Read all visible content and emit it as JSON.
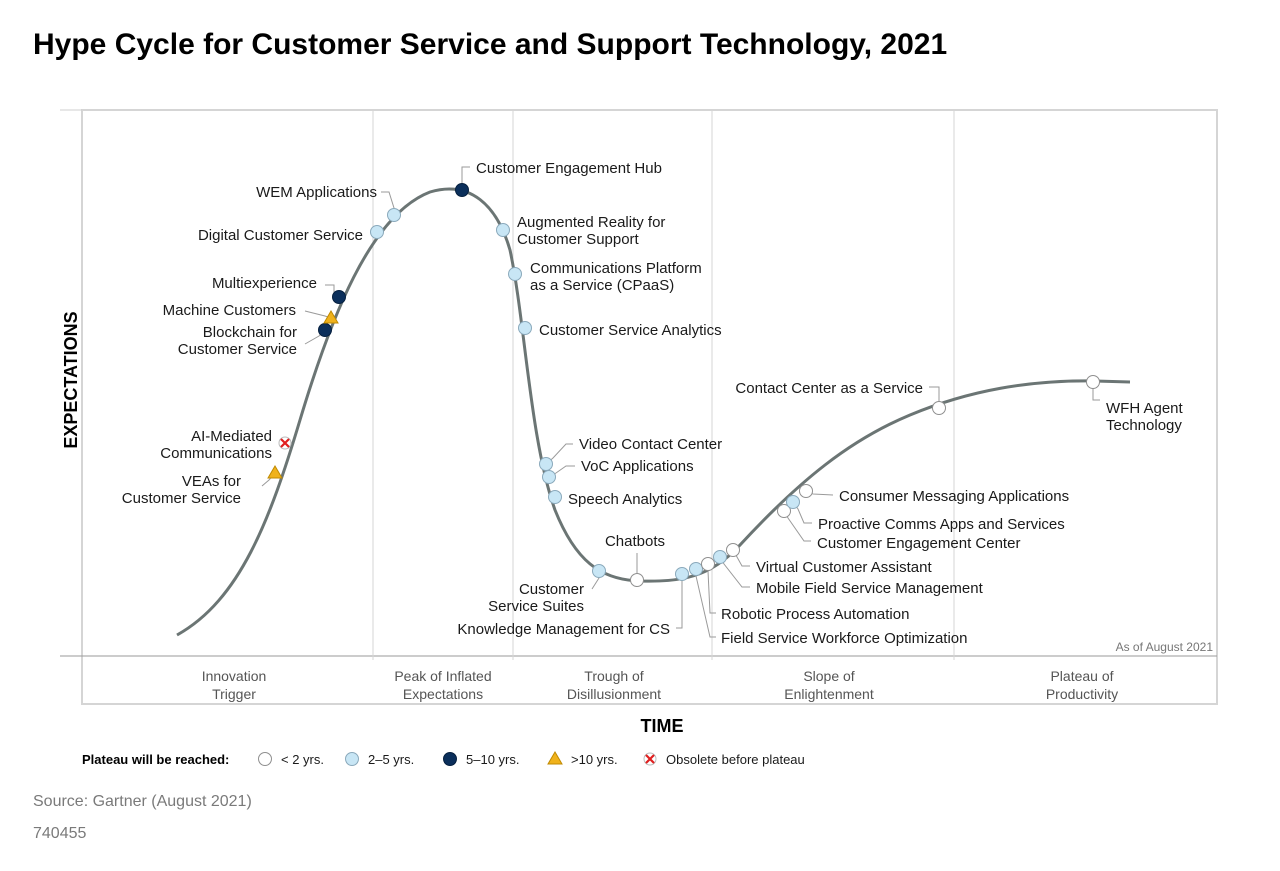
{
  "title": "Hype Cycle for Customer Service and Support Technology, 2021",
  "source": "Source: Gartner (August 2021)",
  "doc_id": "740455",
  "chart_data": {
    "type": "scatter",
    "title": "Hype Cycle for Customer Service and Support Technology, 2021",
    "xlabel": "TIME",
    "ylabel": "EXPECTATIONS",
    "as_of": "As of August 2021",
    "phases": [
      "Innovation Trigger",
      "Peak of Inflated Expectations",
      "Trough of Disillusionment",
      "Slope of Enlightenment",
      "Plateau of Productivity"
    ],
    "legend": {
      "title": "Plateau will be reached:",
      "items": [
        {
          "key": "lt2",
          "label": "< 2 yrs."
        },
        {
          "key": "2to5",
          "label": "2–5 yrs."
        },
        {
          "key": "5to10",
          "label": "5–10 yrs."
        },
        {
          "key": "gt10",
          "label": ">10 yrs."
        },
        {
          "key": "obsolete",
          "label": "Obsolete before plateau"
        }
      ]
    },
    "colors": {
      "lt2": "#ffffff",
      "2to5": "#c8e6f5",
      "5to10": "#0b2f5b",
      "gt10": "#f0b21b",
      "obsolete": "#e02020",
      "curve": "#6b7574",
      "grid": "#d5d5d5"
    },
    "points": [
      {
        "name": "VEAs for Customer Service",
        "plateau": "gt10",
        "phase": "Innovation Trigger"
      },
      {
        "name": "AI-Mediated Communications",
        "plateau": "obsolete",
        "phase": "Innovation Trigger"
      },
      {
        "name": "Blockchain for Customer Service",
        "plateau": "5to10",
        "phase": "Innovation Trigger"
      },
      {
        "name": "Machine Customers",
        "plateau": "gt10",
        "phase": "Innovation Trigger"
      },
      {
        "name": "Multiexperience",
        "plateau": "5to10",
        "phase": "Innovation Trigger"
      },
      {
        "name": "Digital Customer Service",
        "plateau": "2to5",
        "phase": "Peak of Inflated Expectations"
      },
      {
        "name": "WEM Applications",
        "plateau": "2to5",
        "phase": "Peak of Inflated Expectations"
      },
      {
        "name": "Customer Engagement Hub",
        "plateau": "5to10",
        "phase": "Peak of Inflated Expectations"
      },
      {
        "name": "Augmented Reality for Customer Support",
        "plateau": "2to5",
        "phase": "Peak of Inflated Expectations"
      },
      {
        "name": "Communications Platform as a Service (CPaaS)",
        "plateau": "2to5",
        "phase": "Trough of Disillusionment"
      },
      {
        "name": "Customer Service Analytics",
        "plateau": "2to5",
        "phase": "Trough of Disillusionment"
      },
      {
        "name": "Video Contact Center",
        "plateau": "2to5",
        "phase": "Trough of Disillusionment"
      },
      {
        "name": "VoC Applications",
        "plateau": "2to5",
        "phase": "Trough of Disillusionment"
      },
      {
        "name": "Speech Analytics",
        "plateau": "2to5",
        "phase": "Trough of Disillusionment"
      },
      {
        "name": "Customer Service Suites",
        "plateau": "2to5",
        "phase": "Trough of Disillusionment"
      },
      {
        "name": "Chatbots",
        "plateau": "lt2",
        "phase": "Trough of Disillusionment"
      },
      {
        "name": "Knowledge Management for CS",
        "plateau": "2to5",
        "phase": "Trough of Disillusionment"
      },
      {
        "name": "Field Service Workforce Optimization",
        "plateau": "2to5",
        "phase": "Trough of Disillusionment"
      },
      {
        "name": "Robotic Process Automation",
        "plateau": "lt2",
        "phase": "Trough of Disillusionment"
      },
      {
        "name": "Mobile Field Service Management",
        "plateau": "2to5",
        "phase": "Slope of Enlightenment"
      },
      {
        "name": "Virtual Customer Assistant",
        "plateau": "lt2",
        "phase": "Slope of Enlightenment"
      },
      {
        "name": "Customer Engagement Center",
        "plateau": "lt2",
        "phase": "Slope of Enlightenment"
      },
      {
        "name": "Proactive Comms Apps and Services",
        "plateau": "2to5",
        "phase": "Slope of Enlightenment"
      },
      {
        "name": "Consumer Messaging Applications",
        "plateau": "lt2",
        "phase": "Slope of Enlightenment"
      },
      {
        "name": "Contact Center as a Service",
        "plateau": "lt2",
        "phase": "Slope of Enlightenment"
      },
      {
        "name": "WFH Agent Technology",
        "plateau": "lt2",
        "phase": "Plateau of Productivity"
      }
    ]
  }
}
